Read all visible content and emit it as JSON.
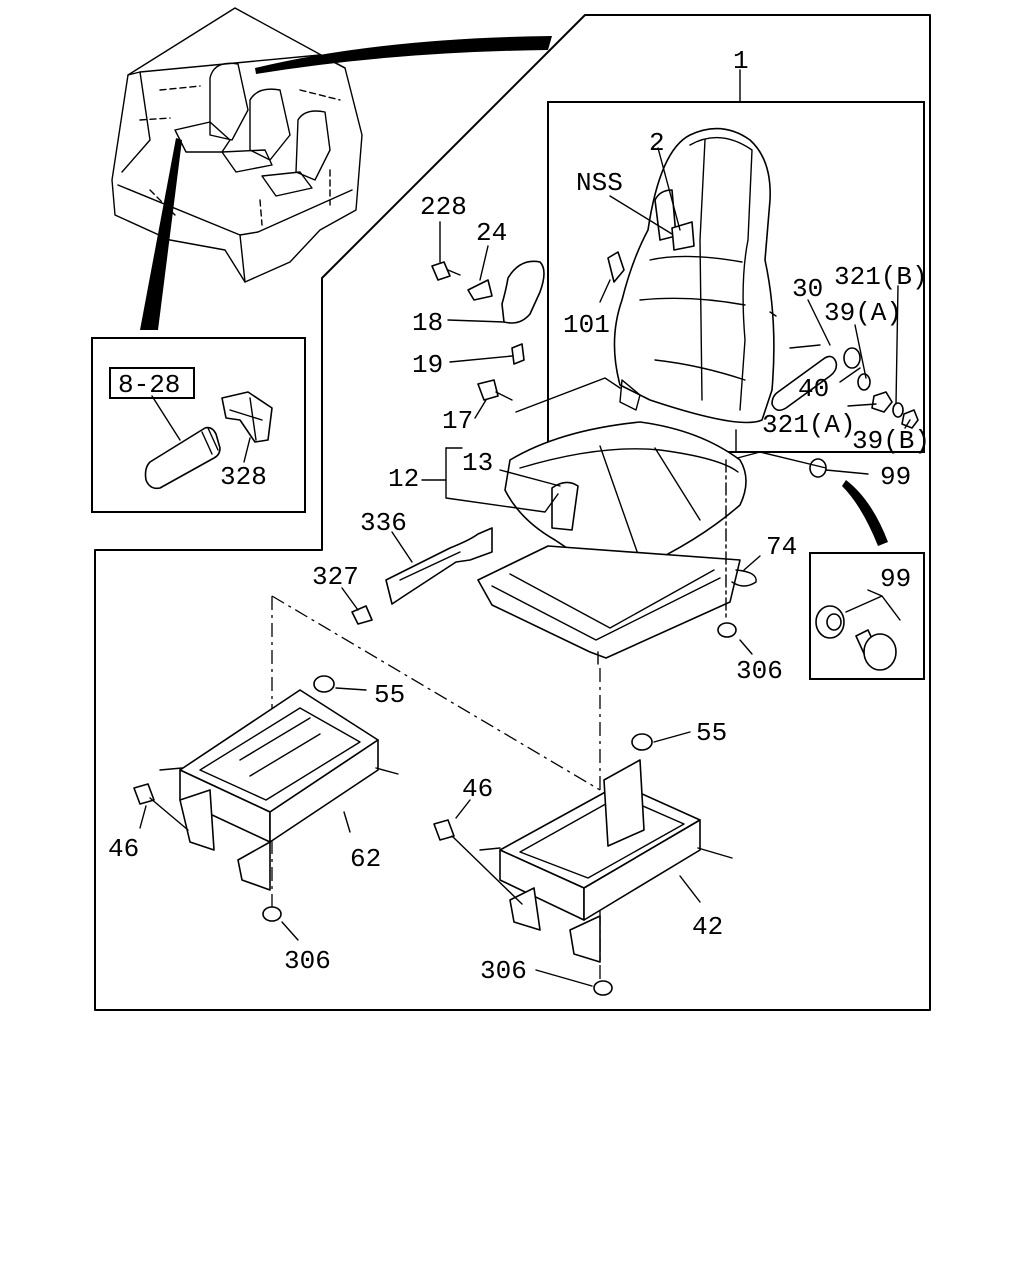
{
  "diagram": {
    "callouts": {
      "p1": "1",
      "p2": "2",
      "nss": "NSS",
      "p228": "228",
      "p24": "24",
      "p18": "18",
      "p19": "19",
      "p101": "101",
      "p17": "17",
      "p30": "30",
      "p321b": "321(B)",
      "p39a": "39(A)",
      "p40": "40",
      "p321a": "321(A)",
      "p39b": "39(B)",
      "p99a": "99",
      "p99b": "99",
      "p13": "13",
      "p12": "12",
      "p336": "336",
      "p74": "74",
      "p327": "327",
      "p306a": "306",
      "p55a": "55",
      "p55b": "55",
      "p46a": "46",
      "p46b": "46",
      "p62": "62",
      "p42": "42",
      "p306b": "306",
      "p306c": "306",
      "ref828": "8-28",
      "p328": "328"
    }
  }
}
